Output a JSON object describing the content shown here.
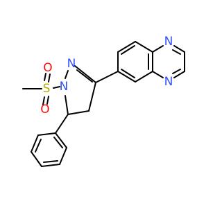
{
  "structure": {
    "atoms": {
      "sulfur": {
        "symbol": "S",
        "color": "#b5a500"
      },
      "oxygen_top": {
        "symbol": "O",
        "color": "#ff0d0d"
      },
      "oxygen_bottom": {
        "symbol": "O",
        "color": "#ff0d0d"
      },
      "nitrogen_pyrazoline_n1": {
        "symbol": "N",
        "color": "#3050f8"
      },
      "nitrogen_pyrazoline_n2": {
        "symbol": "N",
        "color": "#3050f8"
      },
      "nitrogen_quinoxaline_top": {
        "symbol": "N",
        "color": "#3050f8"
      },
      "nitrogen_quinoxaline_bottom": {
        "symbol": "N",
        "color": "#3050f8"
      }
    },
    "bond_color": "#000000"
  }
}
